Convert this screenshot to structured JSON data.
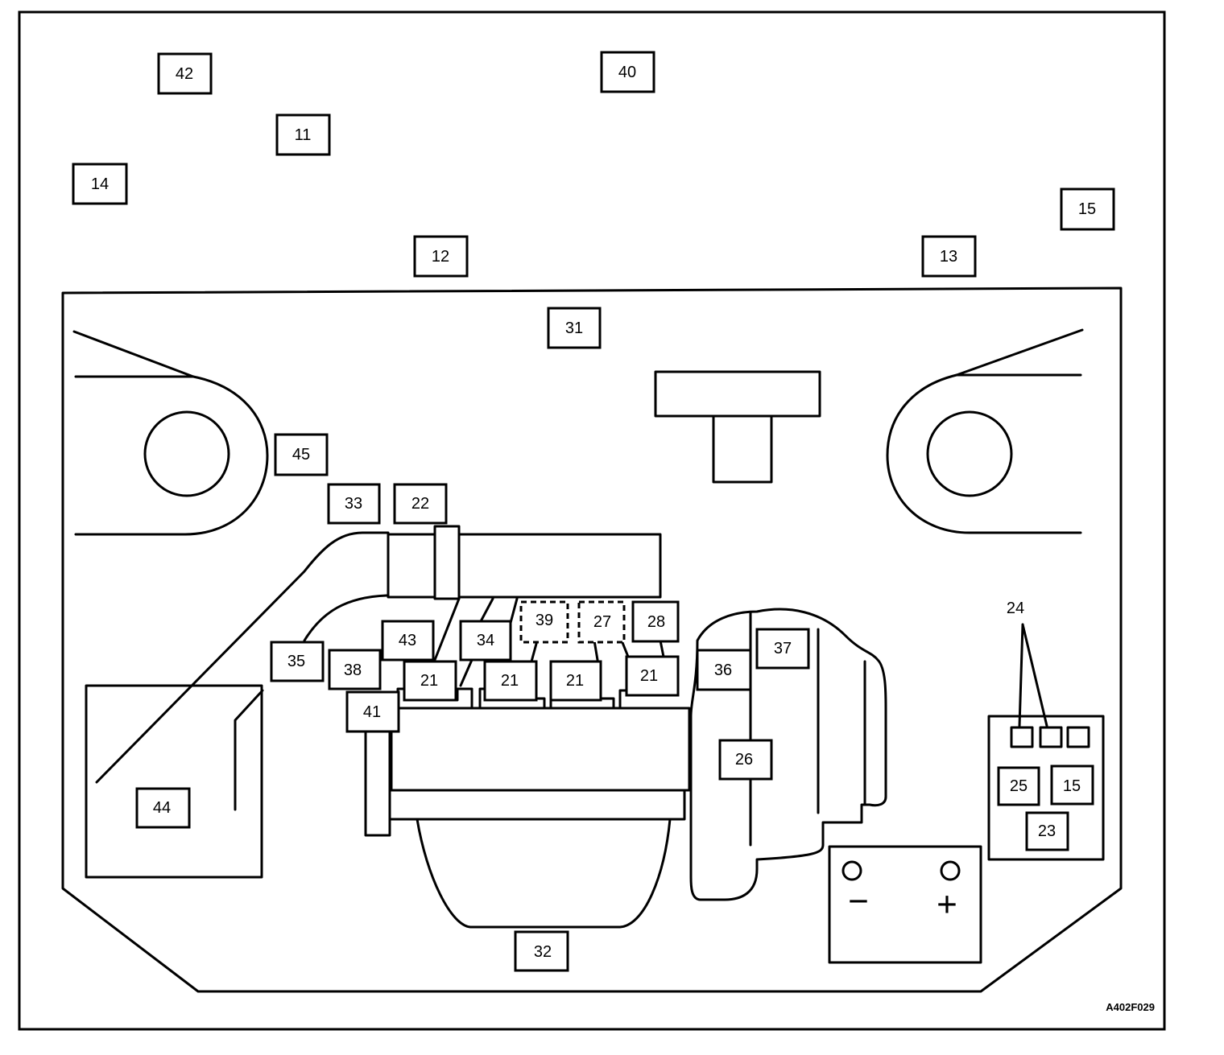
{
  "figure_id": "A402F029",
  "callouts": {
    "c42": "42",
    "c40": "40",
    "c11": "11",
    "c14": "14",
    "c15a": "15",
    "c12": "12",
    "c13": "13",
    "c31": "31",
    "c45": "45",
    "c33": "33",
    "c22": "22",
    "c39": "39",
    "c27": "27",
    "c28": "28",
    "c43": "43",
    "c34": "34",
    "c37": "37",
    "c35": "35",
    "c38": "38",
    "c21a": "21",
    "c21b": "21",
    "c21c": "21",
    "c21d": "21",
    "c36": "36",
    "c41": "41",
    "c26": "26",
    "c44": "44",
    "c32": "32",
    "c24": "24",
    "c25": "25",
    "c15b": "15",
    "c23": "23"
  },
  "battery": {
    "negative": "−",
    "positive": "+"
  }
}
